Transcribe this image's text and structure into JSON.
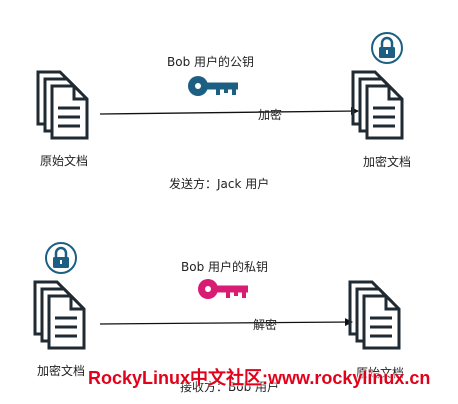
{
  "encrypt_section": {
    "key_label": "Bob 用户的公钥",
    "arrow_label": "加密",
    "source_label": "原始文档",
    "target_label": "加密文档",
    "sender_label": "发送方：Jack 用户"
  },
  "decrypt_section": {
    "key_label": "Bob 用户的私钥",
    "arrow_label": "解密",
    "source_label": "加密文档",
    "target_label": "原始文档",
    "receiver_label": "接收方：Bob 用户"
  },
  "watermark": "RockyLinux中文社区:www.rockylinux.cn",
  "colors": {
    "public_key": "#1c5f82",
    "private_key": "#d81b73",
    "lock_badge": "#1c5f82",
    "document": "#1f2a33",
    "watermark": "#e2001a"
  },
  "icons": {
    "document": "document-stack-icon",
    "public_key": "key-icon",
    "private_key": "key-icon",
    "lock": "lock-icon"
  }
}
